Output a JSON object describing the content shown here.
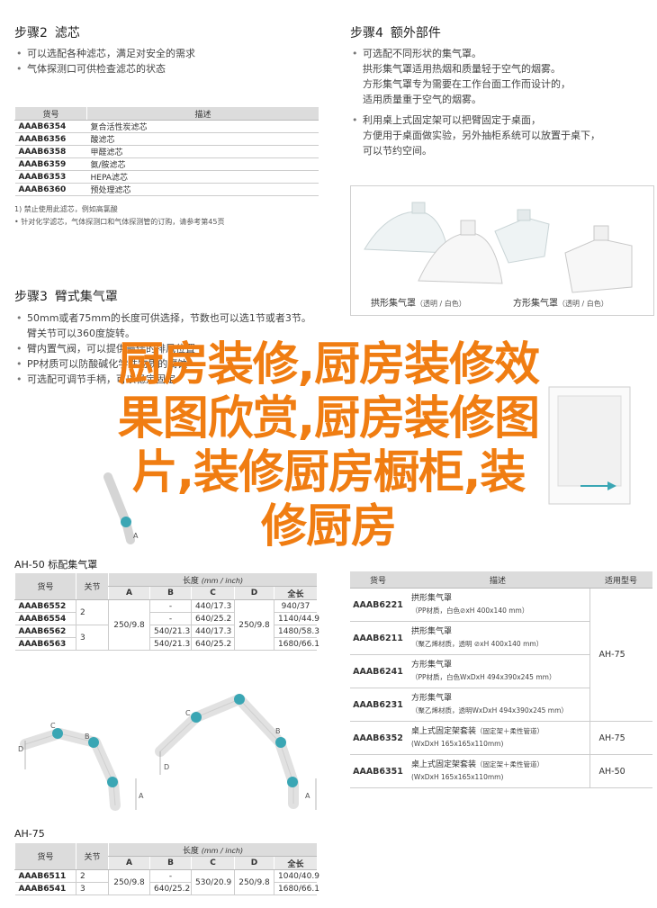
{
  "step2": {
    "num": "步骤2",
    "title": "滤芯",
    "bullets": [
      "可以选配各种滤芯，满足对安全的需求",
      "气体探测口可供检查滤芯的状态"
    ],
    "table": {
      "headers": [
        "货号",
        "描述"
      ],
      "rows": [
        [
          "AAAB6354",
          "复合活性炭滤芯"
        ],
        [
          "AAAB6356",
          "酸滤芯"
        ],
        [
          "AAAB6358",
          "甲醛滤芯"
        ],
        [
          "AAAB6359",
          "氨/胺滤芯"
        ],
        [
          "AAAB6353",
          "HEPA滤芯"
        ],
        [
          "AAAB6360",
          "预处理滤芯"
        ]
      ]
    },
    "notes": [
      "1) 禁止使用此滤芯，例如高氯酸",
      "• 针对化学滤芯，气体探测口和气体探测管的订购，请参考第45页"
    ]
  },
  "step4": {
    "num": "步骤4",
    "title": "额外部件",
    "bullets": [
      [
        "可选配不同形状的集气罩。",
        "拱形集气罩适用热烟和质量轻于空气的烟雾。",
        "方形集气罩专为需要在工作台面工作而设计的，",
        "适用质量重于空气的烟雾。"
      ],
      [
        "利用桌上式固定架可以把臂固定于桌面，",
        "方便用于桌面做实验，另外抽柜系统可以放置于桌下，",
        "可以节约空间。"
      ]
    ],
    "hood_captions": [
      {
        "name": "拱形集气罩",
        "note": "（透明 / 白色）"
      },
      {
        "name": "方形集气罩",
        "note": "（透明 / 白色）"
      }
    ]
  },
  "step3": {
    "num": "步骤3",
    "title": "臂式集气罩",
    "bullets": [
      [
        "50mm或者75mm的长度可供选择，节数也可以选1节或者3节。",
        "臂关节可以360度旋转。"
      ],
      [
        "臂内置气阀，可以提供最佳的排风位置"
      ],
      [
        "PP材质可以防酸碱化学性物质的腐蚀"
      ],
      [
        "可选配可调节手柄，可以稳定固定"
      ]
    ]
  },
  "ah50": {
    "label": "AH-50 标配集气罩",
    "h_code": "货号",
    "h_section": "关节",
    "h_length": "长度",
    "h_unit": "(mm / inch)",
    "sub": [
      "A",
      "B",
      "C",
      "D",
      "全长"
    ],
    "rows": [
      [
        "AAAB6552",
        "2",
        "250/9.8",
        "-",
        "440/17.3",
        "250/9.8",
        "940/37"
      ],
      [
        "AAAB6554",
        "",
        "",
        "-",
        "640/25.2",
        "",
        "1140/44.9"
      ],
      [
        "AAAB6562",
        "3",
        "",
        "540/21.3",
        "440/17.3",
        "",
        "1480/58.3"
      ],
      [
        "AAAB6563",
        "",
        "",
        "540/21.3",
        "640/25.2",
        "",
        "1680/66.1"
      ]
    ]
  },
  "ah75": {
    "label": "AH-75",
    "h_code": "货号",
    "h_section": "关节",
    "h_length": "长度",
    "h_unit": "(mm / inch)",
    "sub": [
      "A",
      "B",
      "C",
      "D",
      "全长"
    ],
    "rows": [
      [
        "AAAB6511",
        "2",
        "250/9.8",
        "-",
        "530/20.9",
        "250/9.8",
        "1040/40.9"
      ],
      [
        "AAAB6541",
        "3",
        "",
        "640/25.2",
        "",
        "",
        "1680/66.1"
      ]
    ]
  },
  "products": {
    "headers": [
      "货号",
      "描述",
      "适用型号"
    ],
    "rows": [
      {
        "code": "AAAB6221",
        "name": "拱形集气罩",
        "spec": "（PP材质，白色⊘xH 400x140 mm）",
        "model": ""
      },
      {
        "code": "AAAB6211",
        "name": "拱形集气罩",
        "spec": "（聚乙烯材质，透明 ⊘xH 400x140 mm）",
        "model": "AH-75"
      },
      {
        "code": "AAAB6241",
        "name": "方形集气罩",
        "spec": "（PP材质，白色WxDxH 494x390x245 mm）",
        "model": ""
      },
      {
        "code": "AAAB6231",
        "name": "方形集气罩",
        "spec": "（聚乙烯材质，透明WxDxH 494x390x245 mm）",
        "model": ""
      },
      {
        "code": "AAAB6352",
        "name": "桌上式固定架套装",
        "spec": "（固定架＋柔性管道）",
        "spec2": "(WxDxH 165x165x110mm)",
        "model": "AH-75"
      },
      {
        "code": "AAAB6351",
        "name": "桌上式固定架套装",
        "spec": "（固定架＋柔性管道）",
        "spec2": "(WxDxH 165x165x110mm)",
        "model": "AH-50"
      }
    ]
  },
  "overlay_lines": [
    "厨房装修,厨房装修效",
    "果图欣赏,厨房装修图",
    "片,装修厨房橱柜,装",
    "修厨房"
  ],
  "colors": {
    "accent": "#f07d12",
    "teal": "#3aa6b4",
    "header": "#dcdcdc"
  }
}
